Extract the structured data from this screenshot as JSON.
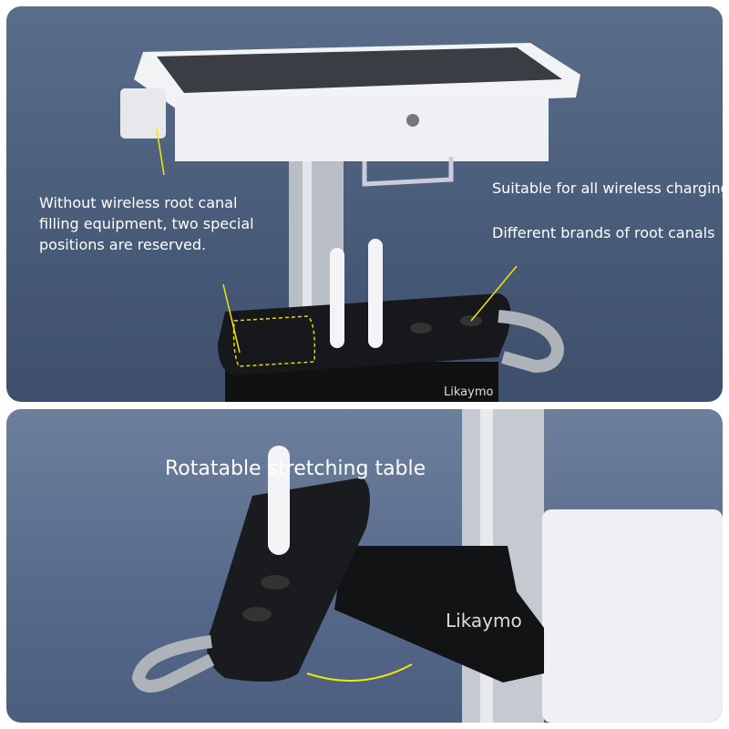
{
  "top_panel": {
    "left_caption": [
      "Without wireless root canal",
      "filling equipment, two special",
      "positions are reserved."
    ],
    "right_caption_1": "Suitable for all wireless charging",
    "right_caption_2": "Different brands of root canals",
    "watermark": "Likaymo",
    "arrow_color": "#f2e600"
  },
  "bottom_panel": {
    "title": "Rotatable stretching table",
    "watermark": "Likaymo",
    "arrow_color": "#f2e600"
  }
}
